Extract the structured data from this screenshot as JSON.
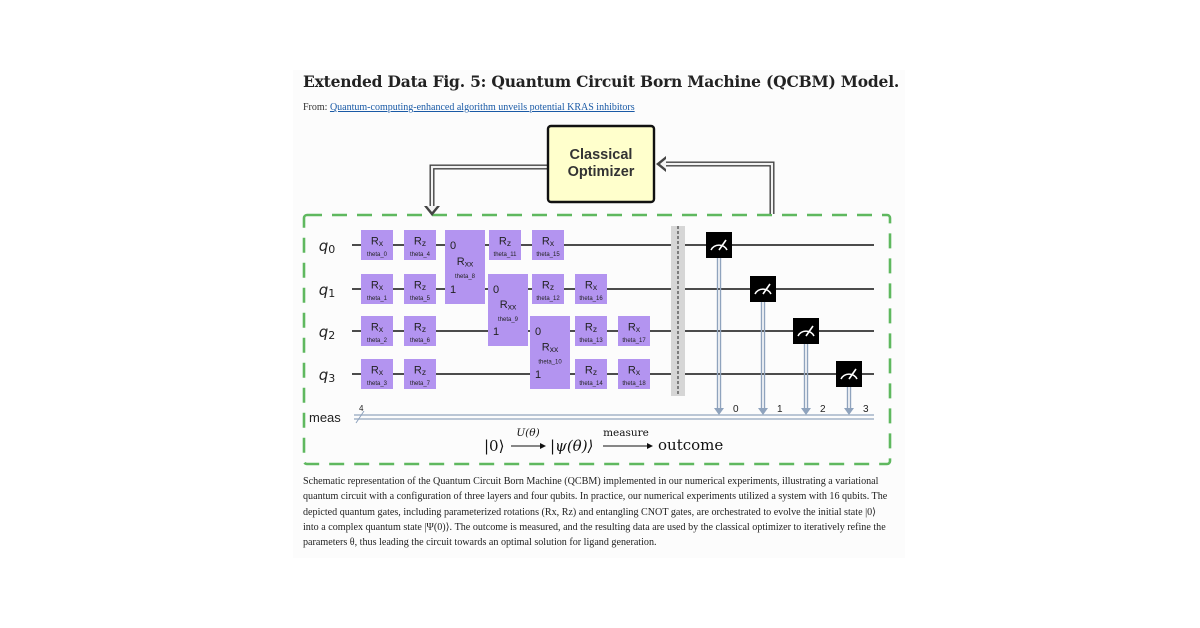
{
  "header": {
    "title": "Extended Data Fig. 5: Quantum Circuit Born Machine (QCBM) Model.",
    "from_prefix": "From: ",
    "from_link": "Quantum-computing-enhanced algorithm unveils potential KRAS inhibitors"
  },
  "diagram": {
    "optimizer_line1": "Classical",
    "optimizer_line2": "Optimizer",
    "qubits": [
      "q0",
      "q1",
      "q2",
      "q3"
    ],
    "meas_label": "meas",
    "meas_width": "4",
    "meas_indices": [
      "0",
      "1",
      "2",
      "3"
    ],
    "gates": [
      {
        "op": "Rx",
        "param": "theta_0"
      },
      {
        "op": "Rx",
        "param": "theta_1"
      },
      {
        "op": "Rx",
        "param": "theta_2"
      },
      {
        "op": "Rx",
        "param": "theta_3"
      },
      {
        "op": "Rz",
        "param": "theta_4"
      },
      {
        "op": "Rz",
        "param": "theta_5"
      },
      {
        "op": "Rz",
        "param": "theta_6"
      },
      {
        "op": "Rz",
        "param": "theta_7"
      },
      {
        "op": "Rz",
        "param": "theta_11"
      },
      {
        "op": "Rx",
        "param": "theta_15"
      },
      {
        "op": "Rz",
        "param": "theta_12"
      },
      {
        "op": "Rx",
        "param": "theta_16"
      },
      {
        "op": "Rz",
        "param": "theta_13"
      },
      {
        "op": "Rx",
        "param": "theta_17"
      },
      {
        "op": "Rz",
        "param": "theta_14"
      },
      {
        "op": "Rx",
        "param": "theta_18"
      }
    ],
    "rxx_gates": [
      {
        "op": "Rxx",
        "param": "theta_8",
        "top": "0",
        "bottom": "1"
      },
      {
        "op": "Rxx",
        "param": "theta_9",
        "top": "0",
        "bottom": "1"
      },
      {
        "op": "Rxx",
        "param": "theta_10",
        "top": "0",
        "bottom": "1"
      }
    ],
    "equation": {
      "ket0": "|0⟩",
      "u_label": "U(θ)",
      "psi": "|ψ(θ)⟩",
      "measure_label": "measure",
      "outcome": "outcome"
    },
    "colors": {
      "gate": "#b394f0",
      "dashed_border": "#5fb85f",
      "optimizer_fill": "#ffffcc",
      "meas_arrow": "#a4b4c8"
    }
  },
  "caption": "Schematic representation of the Quantum Circuit Born Machine (QCBM) implemented in our numerical experiments, illustrating a variational quantum circuit with a configuration of three layers and four qubits. In practice, our numerical experiments utilized a system with 16 qubits. The depicted quantum gates, including parameterized rotations (Rx, Rz) and entangling CNOT gates, are orchestrated to evolve the initial state |0⟩ into a complex quantum state |Ψ(0)⟩. The outcome is measured, and the resulting data are used by the classical optimizer to iteratively refine the parameters θ, thus leading the circuit towards an optimal solution for ligand generation."
}
